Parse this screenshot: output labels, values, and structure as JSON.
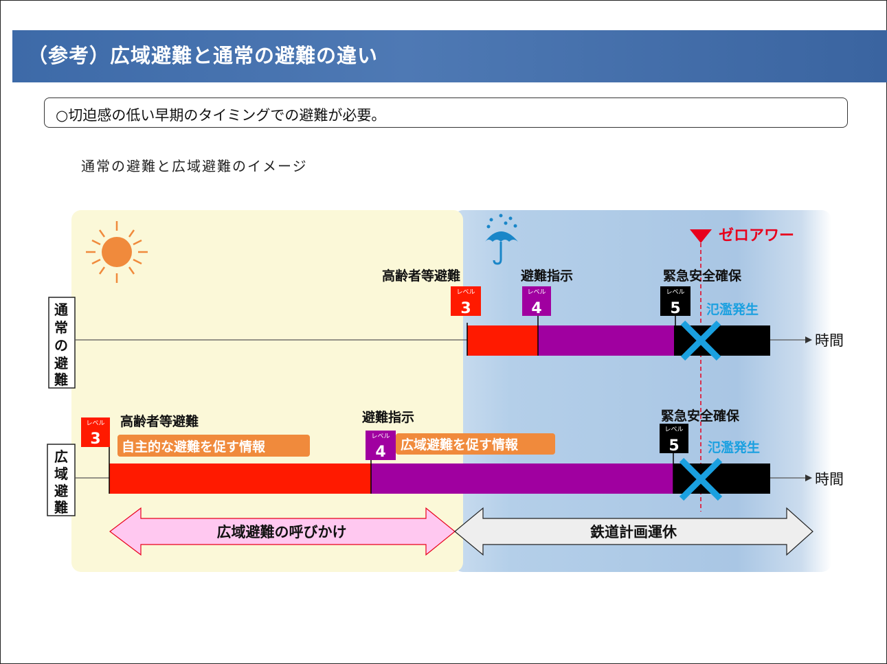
{
  "title": "（参考）広域避難と通常の避難の違い",
  "note": "○切迫感の低い早期のタイミングでの避難が必要。",
  "subtitle": "通常の避難と広域避難のイメージ",
  "zero_hour_label": "ゼロアワー",
  "rows": {
    "normal": {
      "label": "通常の避難",
      "time_label": "時間",
      "milestones": {
        "elderly": {
          "title": "高齢者等避難",
          "level_word": "レベル",
          "level": "3"
        },
        "order": {
          "title": "避難指示",
          "level_word": "レベル",
          "level": "4"
        },
        "emergency": {
          "title": "緊急安全確保",
          "level_word": "レベル",
          "level": "5"
        }
      },
      "flood_label": "氾濫発生"
    },
    "wide": {
      "label": "広域避難",
      "time_label": "時間",
      "milestones": {
        "elderly": {
          "title": "高齢者等避難",
          "level_word": "レベル",
          "level": "3",
          "info": "自主的な避難を促す情報"
        },
        "order": {
          "title": "避難指示",
          "level_word": "レベル",
          "level": "4",
          "info": "広域避難を促す情報"
        },
        "emergency": {
          "title": "緊急安全確保",
          "level_word": "レベル",
          "level": "5"
        }
      },
      "flood_label": "氾濫発生"
    }
  },
  "arrows": {
    "call": "広域避難の呼びかけ",
    "rail": "鉄道計画運休"
  },
  "icons": {
    "sun": "sun-icon",
    "umbrella": "umbrella-rain-icon"
  },
  "colors": {
    "level3": "#ff1a00",
    "level4": "#a000a0",
    "level5": "#000000",
    "info_badge": "#f08a3c",
    "zero_hour": "#e8001c",
    "flood": "#1aa0e0",
    "call_arrow": "#ffc8f0",
    "rail_arrow": "#eeeeee"
  }
}
